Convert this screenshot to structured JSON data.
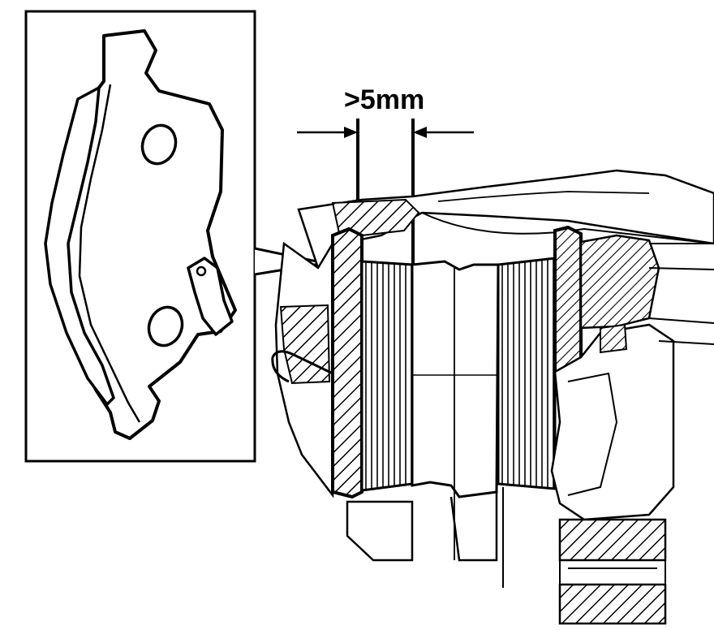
{
  "figure": {
    "measurement_label": ">5mm",
    "inset": "brake-pad-detail",
    "main": "caliper-section-view"
  },
  "colors": {
    "ink": "#000000",
    "paper": "#ffffff"
  }
}
